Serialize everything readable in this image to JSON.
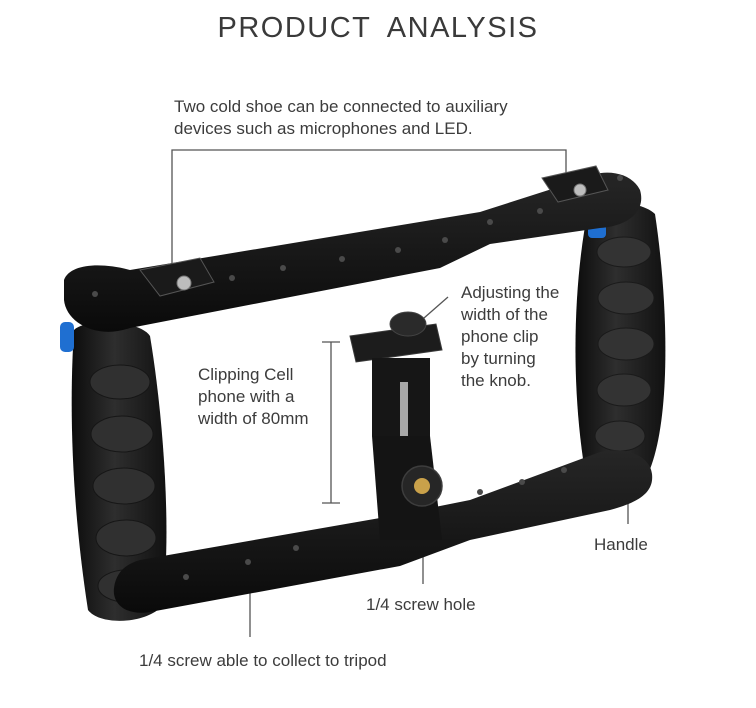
{
  "title": "PRODUCT  ANALYSIS",
  "callouts": {
    "cold_shoe": [
      "Two cold shoe can be connected to auxiliary",
      "devices such as microphones and LED."
    ],
    "clip_width": [
      "Clipping Cell",
      "phone with a",
      "width of 80mm"
    ],
    "knob": [
      "Adjusting the",
      "width of the",
      "phone clip",
      "by turning",
      "the knob."
    ],
    "handle": "Handle",
    "screw_hole": "1/4 screw hole",
    "tripod": "1/4 screw able to collect to tripod"
  },
  "colors": {
    "frame": "#141414",
    "accent_blue": "#1f6fd1",
    "leader_line": "#555555"
  }
}
